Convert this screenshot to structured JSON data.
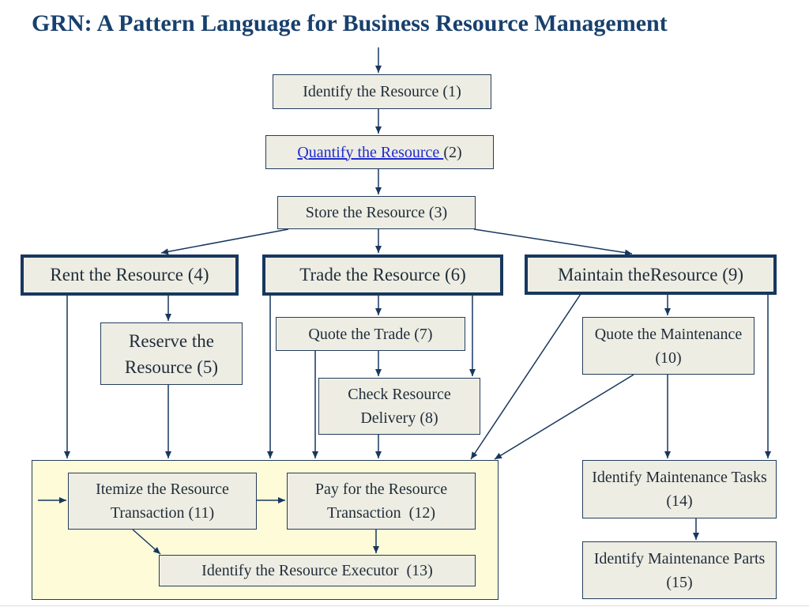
{
  "title": "GRN: A Pattern Language for Business Resource Management",
  "nodes": {
    "n1": {
      "label": "Identify the Resource (1)"
    },
    "n2": {
      "link": "Quantify the Resource ",
      "label": "(2)"
    },
    "n3": {
      "label": "Store the Resource (3)"
    },
    "n4": {
      "label": "Rent the Resource (4)"
    },
    "n5": {
      "label": "Reserve the Resource (5)"
    },
    "n6": {
      "label": "Trade the Resource (6)"
    },
    "n7": {
      "label": "Quote the Trade (7)"
    },
    "n8": {
      "label": "Check Resource Delivery (8)"
    },
    "n9": {
      "label": "Maintain theResource (9)"
    },
    "n10": {
      "label": "Quote the Maintenance (10)"
    },
    "n11": {
      "label": "Itemize the Resource Transaction (11)"
    },
    "n12": {
      "label": "Pay for the Resource Transaction  (12)"
    },
    "n13": {
      "label": "Identify the Resource Executor  (13)"
    },
    "n14": {
      "label": "Identify Maintenance Tasks (14)"
    },
    "n15": {
      "label": "Identify Maintenance Parts (15)"
    }
  },
  "colors": {
    "title": "#17406e",
    "border": "#243d5c",
    "node_fill": "#eeede3",
    "group_fill": "#fdfbd8",
    "link": "#1f2bd0"
  }
}
